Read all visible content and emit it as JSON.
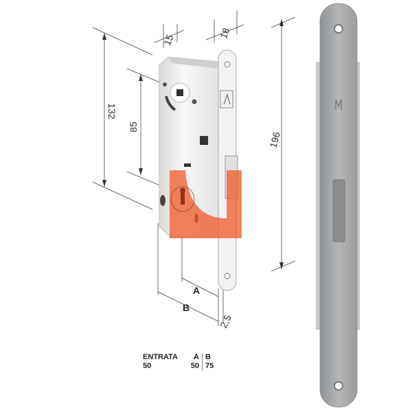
{
  "drawing": {
    "dimensions": {
      "depth_top": "15",
      "faceplate_width": "18",
      "body_height": "132",
      "centre_distance": "85",
      "faceplate_height": "196",
      "backset_a": "A",
      "backset_b": "B",
      "faceplate_thickness": "2,5"
    }
  },
  "table": {
    "headers": [
      "ENTRATA",
      "A",
      "B"
    ],
    "values": [
      "50",
      "50",
      "75"
    ]
  },
  "colors": {
    "watermark_orange": "#f05a28",
    "watermark_blue": "#3a3aa0",
    "faceplate": "#a9abad"
  }
}
